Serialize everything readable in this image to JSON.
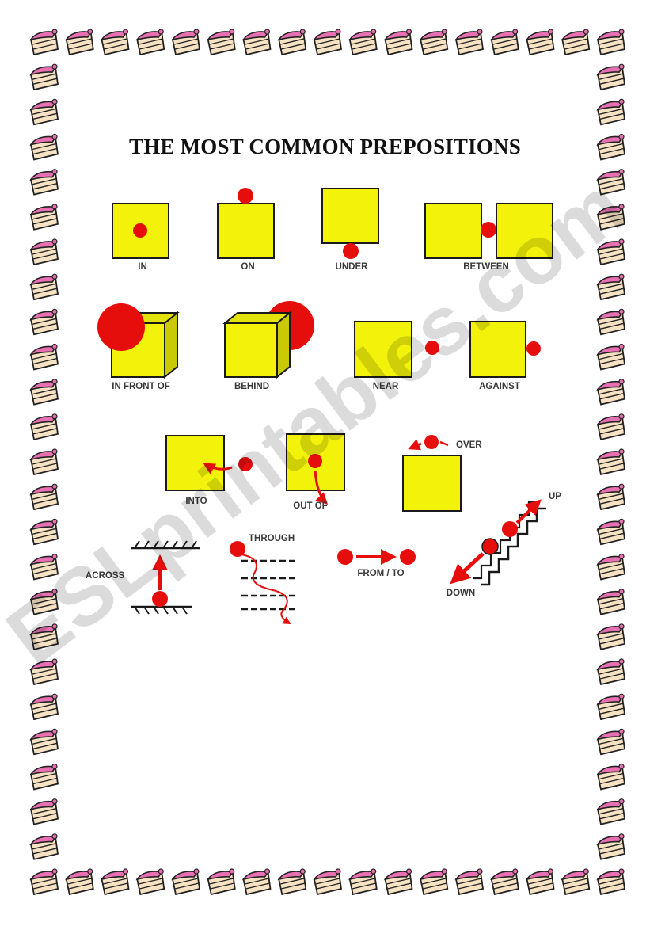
{
  "title": "THE MOST COMMON PREPOSITIONS",
  "watermark": "ESLprintables.com",
  "colors": {
    "box": "#f2f20a",
    "ball": "#e60d0d",
    "outline": "#1a1a1a",
    "border_cake": "#f7e3c4",
    "border_icing": "#e86fb2"
  },
  "border_icon": "cake-slice-icon",
  "prepositions": {
    "in": "IN",
    "on": "ON",
    "under": "UNDER",
    "between": "BETWEEN",
    "in_front_of": "IN FRONT OF",
    "behind": "BEHIND",
    "near": "NEAR",
    "against": "AGAINST",
    "into": "INTO",
    "out_of": "OUT OF",
    "over": "OVER",
    "up": "UP",
    "down": "DOWN",
    "across": "ACROSS",
    "through": "THROUGH",
    "from_to": "FROM / TO"
  }
}
